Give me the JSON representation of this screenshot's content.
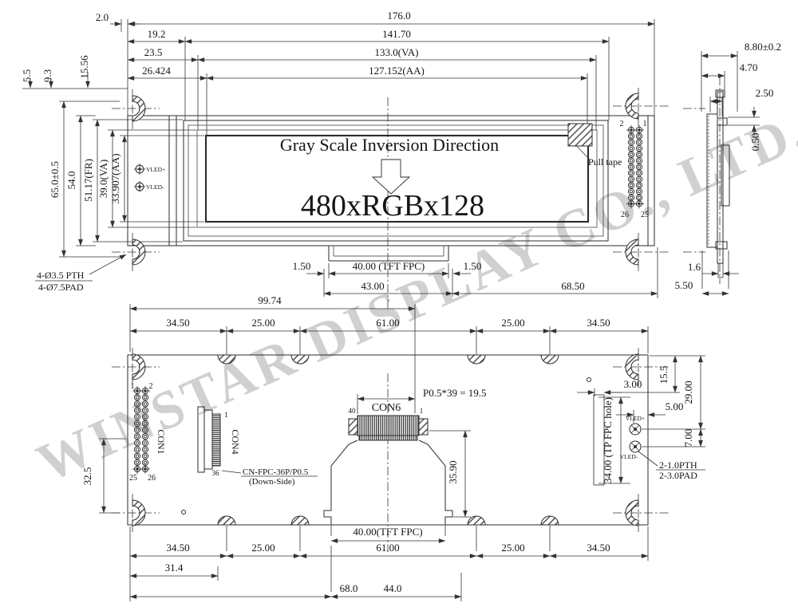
{
  "watermark": "WINSTAR DISPLAY CO., LTD.",
  "top_view": {
    "display_line1": "Gray Scale Inversion Direction",
    "display_line2": "480xRGBx128",
    "vled_plus": "VLED+",
    "vled_minus": "VLED-",
    "pull_tape": "Pull tape",
    "pin2": "2",
    "pin1": "1",
    "pin26": "26",
    "pin25": "25",
    "hole_note1": "4-Ø3.5 PTH",
    "hole_note2": "4-Ø7.5PAD"
  },
  "dims": {
    "top": {
      "a": "2.0",
      "b": "176.0",
      "c": "19.2",
      "d": "141.70",
      "e": "23.5",
      "f": "133.0(VA)",
      "g": "26.424",
      "h": "127.152(AA)",
      "i": "5.5",
      "j": "9.3",
      "k": "15.56"
    },
    "left": {
      "a": "65.0±0.5",
      "b": "54.0",
      "c": "51.17(FR)",
      "d": "39.0(VA)",
      "e": "33.907(AA)"
    },
    "fpc": {
      "a": "1.50",
      "b": "40.00 (TFT FPC)",
      "c": "1.50",
      "d": "43.00",
      "e": "68.50"
    },
    "side": {
      "a": "8.80±0.2",
      "b": "4.70",
      "c": "2.50",
      "d": "0.50",
      "e": "1.6",
      "f": "5.50"
    }
  },
  "bottom_view": {
    "d99": "99.74",
    "row_top": [
      "34.50",
      "25.00",
      "61.00",
      "25.00",
      "34.50"
    ],
    "row_bottom": [
      "34.50",
      "25.00",
      "61.00",
      "25.00",
      "34.50"
    ],
    "d31": "31.4",
    "d68": "68.0",
    "d44": "44.0",
    "d32": "32.5",
    "d3": "3.00",
    "d15": "15.5",
    "d29": "29.00",
    "d5": "5.00",
    "d7": "7.00",
    "d34": "34.00 (TP FPC hole)",
    "pth1": "2-1.0PTH",
    "pth2": "2-3.0PAD",
    "vled_plus": "VLED+",
    "vled_minus": "VLED-",
    "con1": {
      "label": "CON1",
      "p1": "1",
      "p2": "2",
      "p25": "25",
      "p26": "26"
    },
    "con4": {
      "label": "CON4",
      "p1": "1",
      "p36": "36",
      "note1": "CN-FPC-36P/P0.5",
      "note2": "(Down-Side)"
    },
    "con6": {
      "label": "CON6",
      "p40": "40",
      "p1": "1",
      "pitch": "P0.5*39 = 19.5",
      "d35": "35.90",
      "fpc": "40.00(TFT FPC)"
    }
  }
}
